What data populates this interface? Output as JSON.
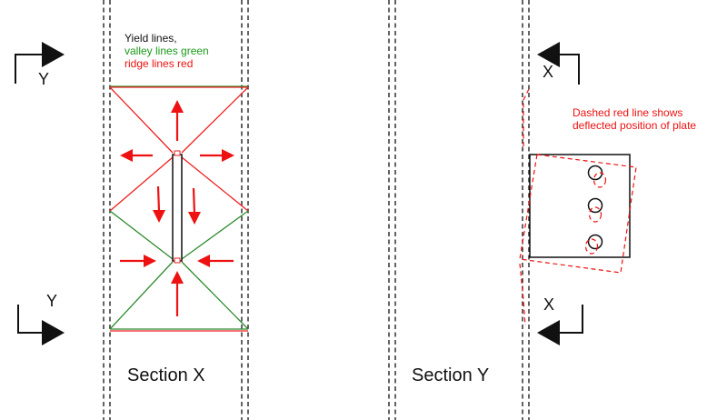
{
  "legend": {
    "line1": "Yield lines,",
    "line2": "valley lines green",
    "line3": "ridge lines red"
  },
  "note": {
    "line1": "Dashed red line shows",
    "line2": "deflected position of plate"
  },
  "section_x": {
    "title": "Section X",
    "cut_letter_top": "Y",
    "cut_letter_bottom": "Y"
  },
  "section_y": {
    "title": "Section Y",
    "cut_letter_top": "X",
    "cut_letter_bottom": "X"
  },
  "colors": {
    "valley": "#2e8b2e",
    "ridge": "#ee2222",
    "arrow": "#ee1111",
    "ink": "#111111",
    "text_green": "#1a9a1a",
    "text_red": "#ee1111"
  }
}
